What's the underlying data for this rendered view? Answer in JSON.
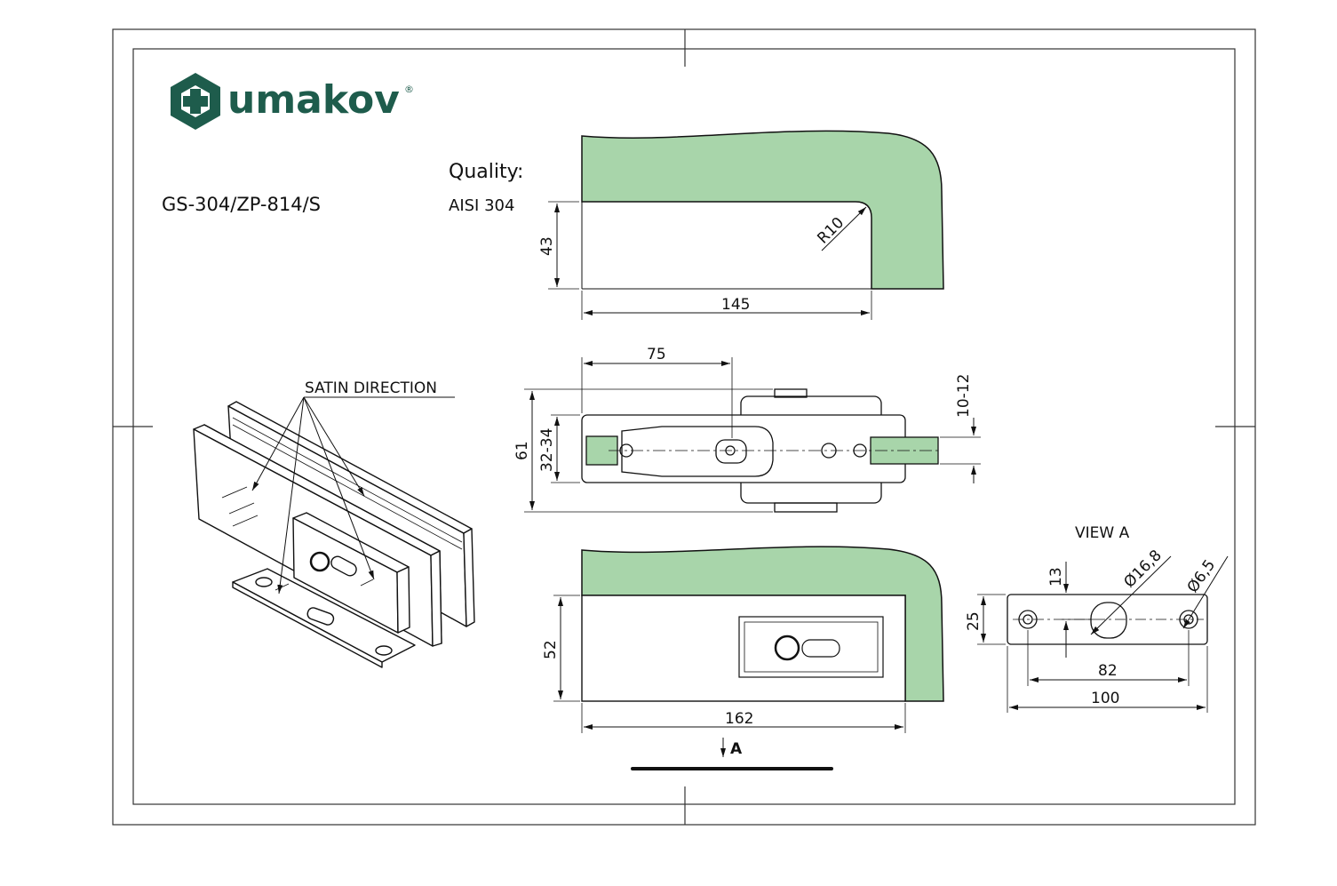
{
  "brand": {
    "name": "umakov",
    "registered": "®",
    "color": "#1e5c4c"
  },
  "product": {
    "code": "GS-304/ZP-814/S"
  },
  "quality": {
    "heading": "Quality:",
    "value": "AISI 304"
  },
  "iso_view": {
    "note": "SATIN DIRECTION"
  },
  "top_view": {
    "radius": "R10",
    "height": "43",
    "width": "145"
  },
  "side_view": {
    "offset": "75",
    "total_height": "61",
    "glass_range": "32-34",
    "gap_range": "10-12"
  },
  "front_view": {
    "height": "52",
    "length": "162",
    "view_marker": "A"
  },
  "view_a": {
    "title": "VIEW A",
    "hole_large": "Ø16,8",
    "hole_small": "Ø6,5",
    "offset": "13",
    "height": "25",
    "hole_spacing": "82",
    "length": "100"
  },
  "colors": {
    "glass": "#a8d5aa",
    "line": "#111111",
    "logo": "#1e5c4c"
  }
}
